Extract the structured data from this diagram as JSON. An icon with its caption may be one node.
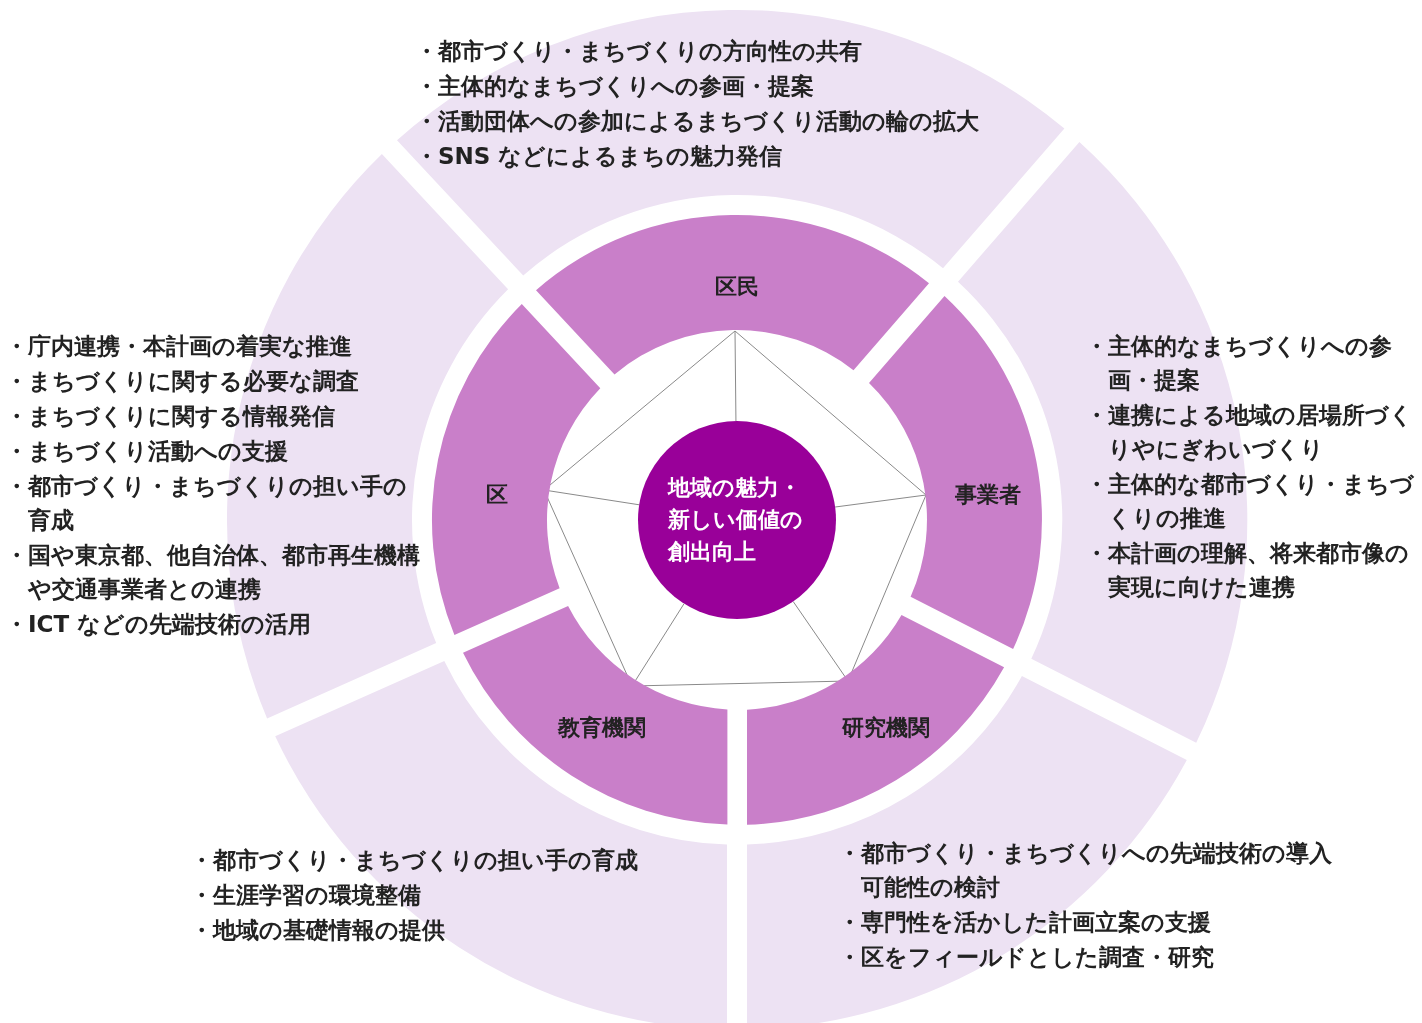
{
  "diagram": {
    "nodes": [
      {
        "text": [
          "・都市づくり・まちづくりの方向性の共有",
          "・主体的なまちづくりへの参画・提案",
          "・活動団体への参加によるまちづくり活動の輪の拡大",
          "・SNS などによるまちの魅力発信"
        ]
      },
      {
        "text": [
          "区民"
        ]
      },
      {
        "text": [
          "・庁内連携・本計画の着実な推進",
          "・まちづくりに関する必要な調査",
          "・まちづくりに関する情報発信",
          "・まちづくり活動への支援",
          "・都市づくり・まちづくりの担い手の育成",
          "・国や東京都、他自治体、都市再生機構や交通事業者との連携",
          "・ICT などの先端技術の活用"
        ]
      },
      {
        "text": [
          "・主体的なまちづくりへの参画・提案",
          "・連携による地域の居場所づくりやにぎわいづくり",
          "・主体的な都市づくり・まちづくりの推進",
          "・本計画の理解、将来都市像の実現に向けた連携"
        ]
      },
      {
        "text": [
          "地域の魅力・新しい価値の創出向上"
        ]
      },
      {
        "text": [
          "区"
        ]
      },
      {
        "text": [
          "事業者"
        ]
      },
      {
        "text": [
          "教育機関"
        ]
      },
      {
        "text": [
          "研究機関"
        ]
      },
      {
        "text": [
          "・都市づくり・まちづくりへの先端技術の導入可能性の検討",
          "・専門性を活かした計画立案の支援",
          "・区をフィールドとした調査・研究"
        ]
      },
      {
        "text": [
          "・都市づくり・まちづくりの担い手の育成",
          "・生涯学習の環境整備",
          "・地域の基礎情報の提供"
        ]
      }
    ],
    "edges": [
      {
        "from": 1,
        "to": 6,
        "arrow": "none"
      },
      {
        "from": 6,
        "to": 8,
        "arrow": "none"
      },
      {
        "from": 8,
        "to": 7,
        "arrow": "none"
      },
      {
        "from": 7,
        "to": 5,
        "arrow": "none"
      },
      {
        "from": 5,
        "to": 1,
        "arrow": "none"
      },
      {
        "from": 1,
        "to": 4,
        "arrow": "none"
      },
      {
        "from": 6,
        "to": 4,
        "arrow": "none"
      },
      {
        "from": 8,
        "to": 4,
        "arrow": "none"
      },
      {
        "from": 7,
        "to": 4,
        "arrow": "none"
      },
      {
        "from": 5,
        "to": 4,
        "arrow": "none"
      }
    ]
  }
}
